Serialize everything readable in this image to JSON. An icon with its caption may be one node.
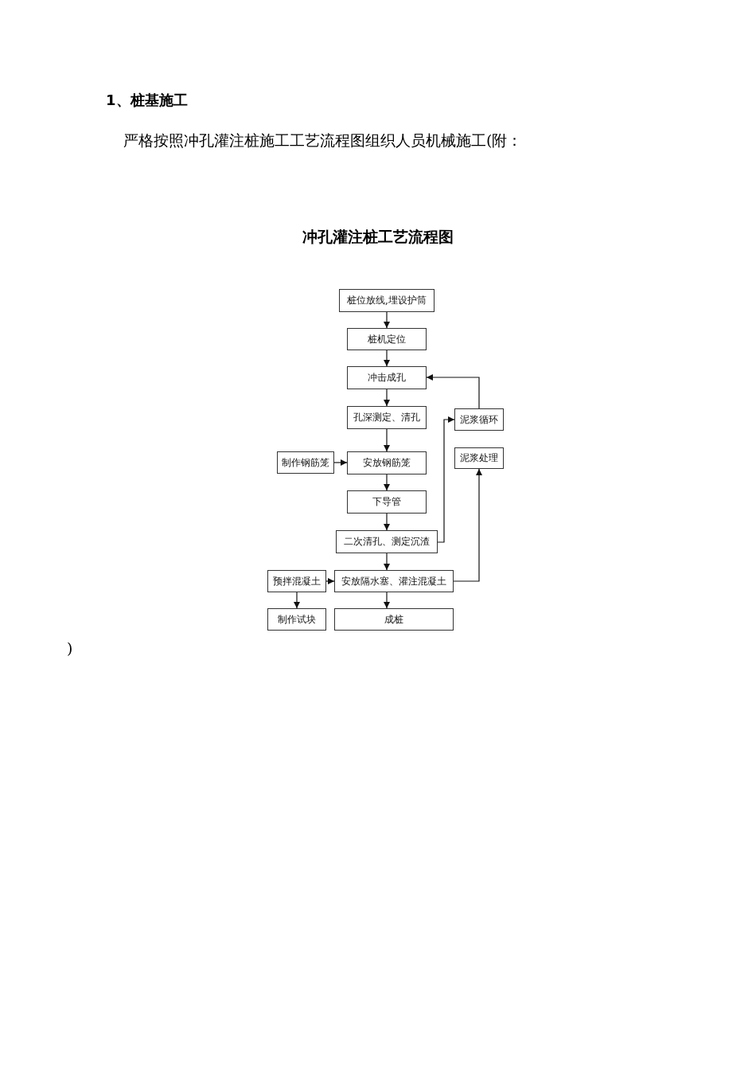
{
  "diagram": {
    "title": "冲孔灌注桩工艺流程图",
    "nodes": [
      {
        "text": [
          "桩位放线,埋设护筒"
        ]
      },
      {
        "text": [
          "桩机定位"
        ]
      },
      {
        "text": [
          "冲击成孔"
        ]
      },
      {
        "text": [
          "孔深测定、清孔"
        ]
      },
      {
        "text": [
          "泥浆循环"
        ]
      },
      {
        "text": [
          "泥浆处理"
        ]
      },
      {
        "text": [
          "制作钢筋笼"
        ]
      },
      {
        "text": [
          "安放钢筋笼"
        ]
      },
      {
        "text": [
          "下导管"
        ]
      },
      {
        "text": [
          "二次清孔、测定沉渣"
        ]
      },
      {
        "text": [
          "预拌混凝土"
        ]
      },
      {
        "text": [
          "安放隔水塞、灌注混凝土"
        ]
      },
      {
        "text": [
          "制作试块"
        ]
      },
      {
        "text": [
          "成桩"
        ]
      }
    ],
    "edges": [
      {
        "from": 0,
        "to": 1,
        "arrow": "to"
      },
      {
        "from": 1,
        "to": 2,
        "arrow": "to"
      },
      {
        "from": 2,
        "to": 3,
        "arrow": "to"
      },
      {
        "from": 3,
        "to": 7,
        "arrow": "to"
      },
      {
        "from": 6,
        "to": 7,
        "arrow": "to"
      },
      {
        "from": 7,
        "to": 8,
        "arrow": "to"
      },
      {
        "from": 8,
        "to": 9,
        "arrow": "to"
      },
      {
        "from": 9,
        "to": 4,
        "arrow": "to"
      },
      {
        "from": 4,
        "to": 2,
        "arrow": "to"
      },
      {
        "from": 9,
        "to": 11,
        "arrow": "to"
      },
      {
        "from": 10,
        "to": 11,
        "arrow": "to"
      },
      {
        "from": 10,
        "to": 12,
        "arrow": "to"
      },
      {
        "from": 11,
        "to": 5,
        "arrow": "to"
      },
      {
        "from": 11,
        "to": 13,
        "arrow": "to"
      }
    ],
    "labels": [
      "1、桩基施工",
      "严格按照冲孔灌注桩施工工艺流程图组织人员机械施工(附：",
      ")"
    ]
  }
}
